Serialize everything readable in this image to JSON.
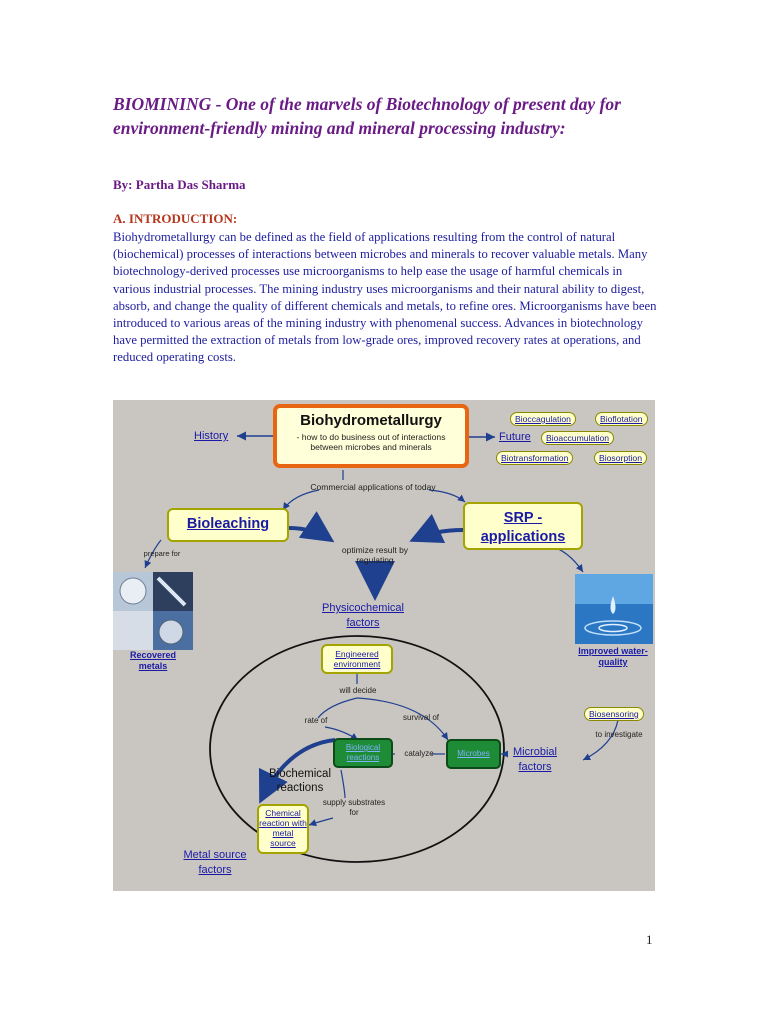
{
  "document": {
    "title": "BIOMINING  - One of the marvels of Biotechnology of present day for environment-friendly mining and mineral processing industry:",
    "byline": "By: Partha Das Sharma",
    "section_heading": "A. INTRODUCTION:",
    "body": "Biohydrometallurgy can be defined as the field of applications resulting from the control of natural (biochemical) processes of interactions between microbes and minerals to recover valuable metals. Many biotechnology-derived processes use microorganisms to help ease the usage of harmful chemicals in various industrial processes. The mining industry uses microorganisms and their natural ability to digest, absorb, and change the quality of different chemicals and metals, to refine ores. Microorganisms have been introduced to various areas of the mining industry with phenomenal success. Advances in biotechnology have permitted the extraction of metals from low-grade ores, improved recovery rates at operations, and reduced operating costs.",
    "page_number": "1"
  },
  "diagram": {
    "hub_title": "Biohydrometallurgy",
    "hub_subtitle": "- how to do business out of interactions between microbes and minerals",
    "history": "History",
    "future": "Future",
    "future_items": [
      "Bioccagulation",
      "Bioflotation",
      "Bioaccumulation",
      "Biotransformation",
      "Biosorption"
    ],
    "commercial": "Commercial applications of today",
    "bioleaching": "Bioleaching",
    "srp": "SRP - applications",
    "prepare_for": "prepare for",
    "optimize": "optimize result by regulating",
    "recovered_metals": "Recovered metals",
    "improved_water": "Improved water-quality",
    "physicochemical": "Physicochemical factors",
    "engineered": "Engineered environment",
    "will_decide": "will decide",
    "rate_of": "rate of",
    "survival_of": "survival of",
    "biological_reactions": "Biological reactions",
    "catalyze": "catalyze",
    "microbes": "Microbes",
    "biosensoring": "Biosensoring",
    "to_investigate": "to investigate",
    "microbial_factors": "Microbial factors",
    "biochemical_reactions": "Biochemical reactions",
    "supply": "supply substrates for",
    "chemical_reaction": "Chemical reaction with metal source",
    "metal_source": "Metal source factors"
  },
  "colors": {
    "title": "#6a1b86",
    "section": "#b5361c",
    "body": "#1c1c9e",
    "diagram_bg": "#c9c6c1",
    "hub_border": "#e86511",
    "link_blue": "#1a1aa6",
    "arrow_blue": "#1f3f8f"
  }
}
